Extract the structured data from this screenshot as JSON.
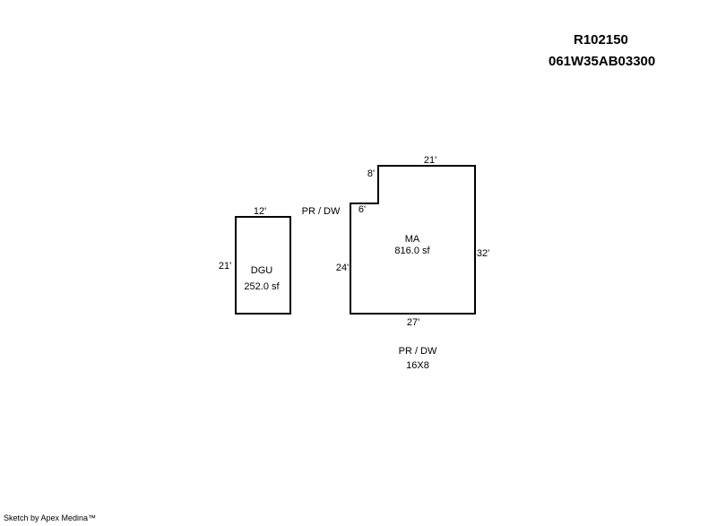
{
  "header": {
    "parcel_id": "R102150",
    "map_number": "061W35AB03300"
  },
  "buildings": {
    "dgu": {
      "label": "DGU",
      "area": "252.0 sf",
      "top_dimension": "12'",
      "left_dimension": "21'"
    },
    "ma": {
      "label": "MA",
      "area": "816.0 sf",
      "top_dimension": "21'",
      "notch_vertical_dimension": "8'",
      "notch_horizontal_dimension": "6'",
      "left_dimension": "24'",
      "right_dimension": "32'",
      "bottom_dimension": "27'"
    }
  },
  "annotations": {
    "pr_dw_top": "PR / DW",
    "pr_dw_bottom": "PR / DW",
    "pr_dw_size": "16X8"
  },
  "footer": {
    "credit": "Sketch by Apex Medina™"
  }
}
